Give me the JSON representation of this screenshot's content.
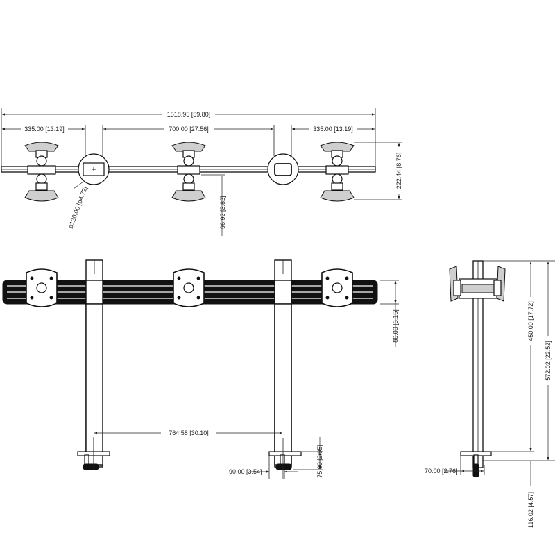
{
  "top_view": {
    "overall_width": "1518.95 [59.80]",
    "left_offset": "335.00 [13.19]",
    "center_span": "700.00 [27.56]",
    "right_offset": "335.00 [13.19]",
    "height": "222.44 [8.76]",
    "post_diameter": "ø120.00 [ø4.72]",
    "arm_depth": "96.92 [3.82]"
  },
  "front_view": {
    "bar_height": "80.00 [3.15]",
    "clamp_depth": "90.00 [3.54]",
    "clamp_height": "75.00 [2.95]",
    "post_spacing": "764.58 [30.10]"
  },
  "side_view": {
    "total_height": "572.02 [22.52]",
    "upper_height": "450.00 [17.72]",
    "lower_height": "116.02 [4.57]",
    "base_width": "70.00 [2.76]"
  }
}
